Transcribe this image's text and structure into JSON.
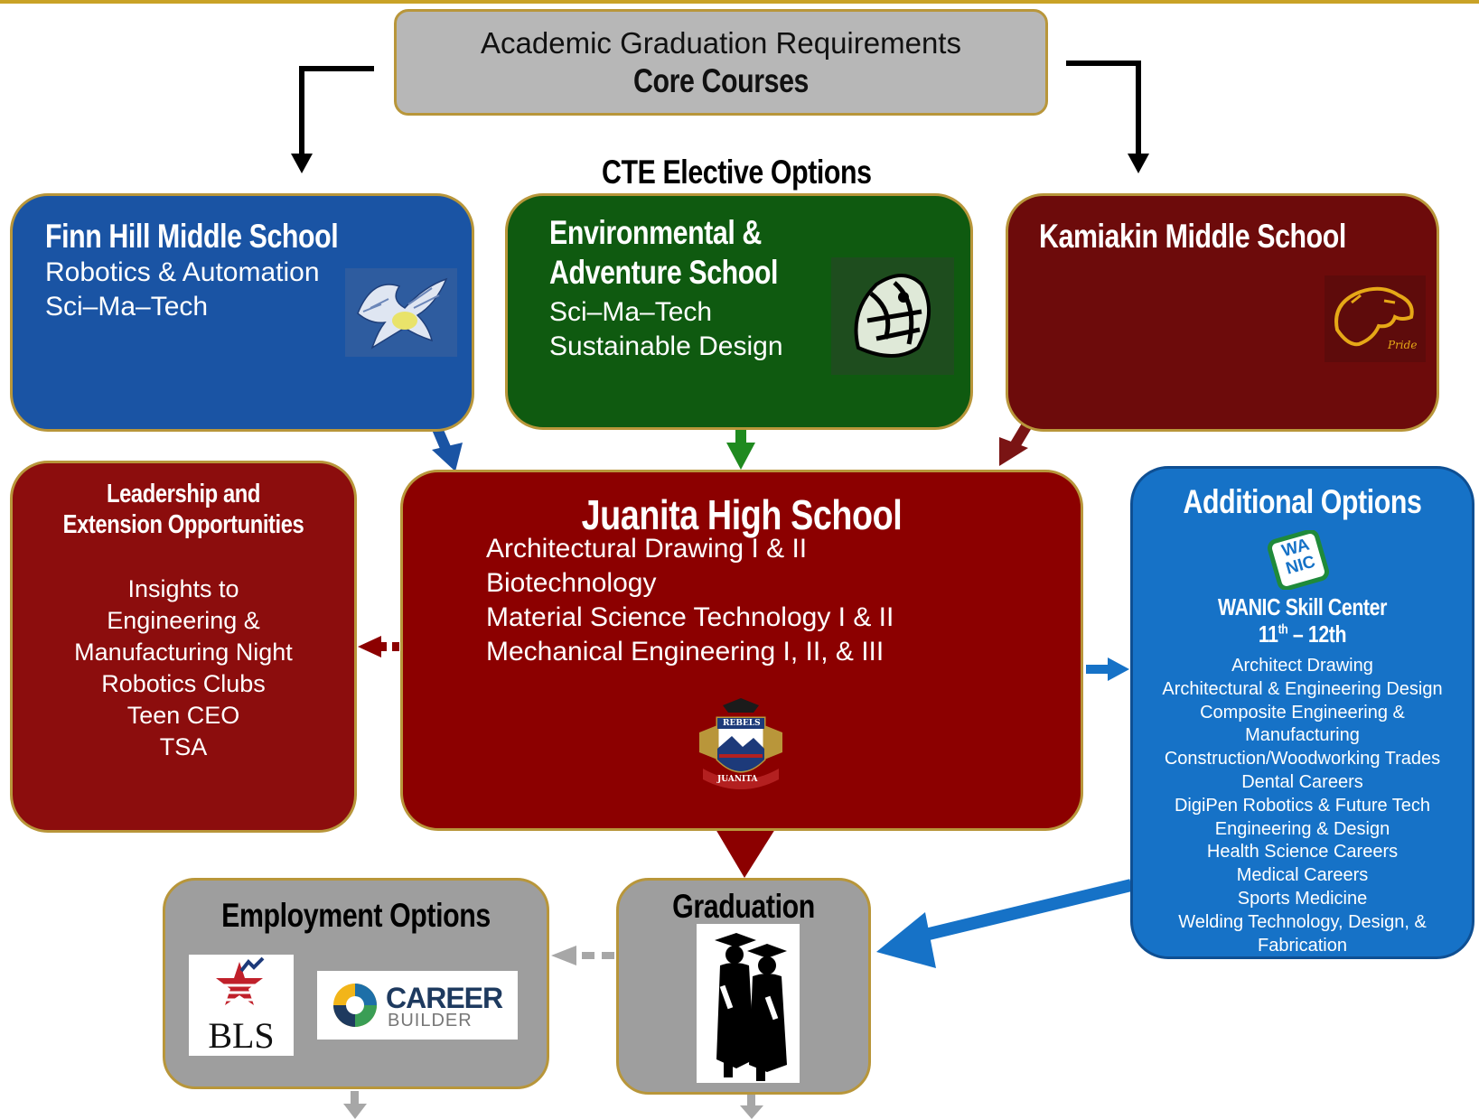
{
  "top": {
    "line1": "Academic Graduation Requirements",
    "line2": "Core Courses"
  },
  "cte_heading": "CTE Elective Options",
  "finn": {
    "title": "Finn Hill Middle School",
    "items": [
      "Robotics & Automation",
      "Sci–Ma–Tech"
    ]
  },
  "env": {
    "title_line1": "Environmental &",
    "title_line2": "Adventure School",
    "items": [
      "Sci–Ma–Tech",
      "Sustainable Design"
    ]
  },
  "kam": {
    "title": "Kamiakin Middle School",
    "logo_text": "Pride"
  },
  "lead": {
    "title_line1": "Leadership and",
    "title_line2": "Extension Opportunities",
    "items": [
      "Insights to",
      "Engineering &",
      "Manufacturing Night",
      "Robotics Clubs",
      "Teen CEO",
      "TSA"
    ]
  },
  "jhs": {
    "title": "Juanita High School",
    "items": [
      "Architectural Drawing I & II",
      "Biotechnology",
      "Material Science Technology I & II",
      "Mechanical Engineering I, II, & III"
    ],
    "logo_top": "REBELS",
    "logo_bottom": "JUANITA"
  },
  "addl": {
    "title": "Additional Options",
    "logo_line1": "WA",
    "logo_line2": "NIC",
    "subtitle": "WANIC Skill Center",
    "grades_start": "11",
    "grades_sup": "th",
    "grades_end": " – 12th",
    "items": [
      "Architect Drawing",
      "Architectural & Engineering Design",
      "Composite Engineering &",
      "Manufacturing",
      "Construction/Woodworking Trades",
      "Dental Careers",
      "DigiPen Robotics & Future Tech",
      "Engineering & Design",
      "Health Science Careers",
      "Medical Careers",
      "Sports Medicine",
      "Welding Technology, Design, &",
      "Fabrication"
    ]
  },
  "emp": {
    "title": "Employment Options",
    "bls": "BLS",
    "cb_line1": "CAREER",
    "cb_line2": "BUILDER"
  },
  "grad": {
    "title": "Graduation"
  },
  "colors": {
    "finn": "#1a54a4",
    "env": "#0f5a10",
    "kam": "#6d0b0b",
    "jhs": "#8c0000",
    "addl": "#1672c7",
    "grey": "#9e9e9e",
    "gold": "#b8963a"
  },
  "icons": [
    "eagle-logo-icon",
    "salmon-art-icon",
    "cougar-logo-icon",
    "rebels-crest-icon",
    "wanic-logo-icon",
    "bls-logo-icon",
    "careerbuilder-logo-icon",
    "graduates-icon"
  ]
}
